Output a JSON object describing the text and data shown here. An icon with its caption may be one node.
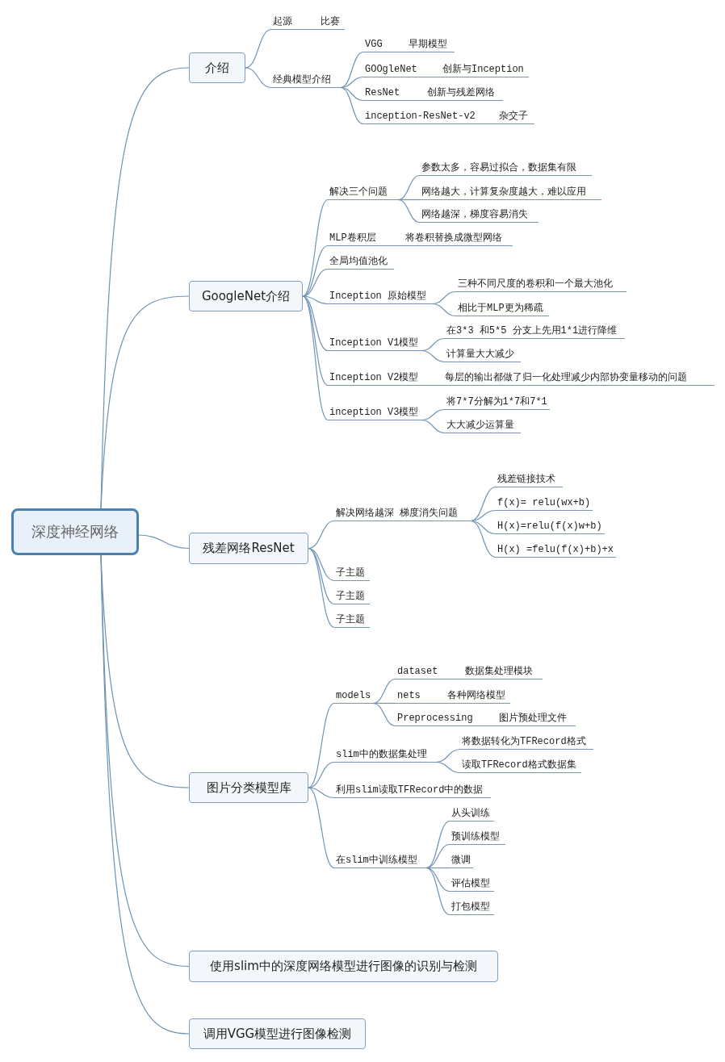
{
  "diagram": {
    "nodes": [
      {
        "text": [
          "深度神经网络"
        ]
      },
      {
        "text": [
          "介绍"
        ]
      },
      {
        "text": [
          "起源",
          "比赛"
        ]
      },
      {
        "text": [
          "经典模型介绍"
        ]
      },
      {
        "text": [
          "VGG",
          "早期模型"
        ]
      },
      {
        "text": [
          "GOOgleNet",
          "创新与Inception"
        ]
      },
      {
        "text": [
          "ResNet",
          "创新与残差网络"
        ]
      },
      {
        "text": [
          "inception-ResNet-v2",
          "杂交子"
        ]
      },
      {
        "text": [
          "GoogleNet介绍"
        ]
      },
      {
        "text": [
          "解决三个问题"
        ]
      },
      {
        "text": [
          "参数太多，容易过拟合，数据集有限"
        ]
      },
      {
        "text": [
          "网络越大，计算复杂度越大，难以应用"
        ]
      },
      {
        "text": [
          "网络越深，梯度容易消失"
        ]
      },
      {
        "text": [
          "MLP卷积层",
          "将卷积替换成微型网络"
        ]
      },
      {
        "text": [
          "全局均值池化"
        ]
      },
      {
        "text": [
          "Inception 原始模型"
        ]
      },
      {
        "text": [
          "三种不同尺度的卷积和一个最大池化"
        ]
      },
      {
        "text": [
          "相比于MLP更为稀疏"
        ]
      },
      {
        "text": [
          "Inception V1模型"
        ]
      },
      {
        "text": [
          "在3*3 和5*5 分支上先用1*1进行降维"
        ]
      },
      {
        "text": [
          "计算量大大减少"
        ]
      },
      {
        "text": [
          "Inception V2模型",
          "每层的输出都做了归一化处理减少内部协变量移动的问题"
        ]
      },
      {
        "text": [
          "inception V3模型"
        ]
      },
      {
        "text": [
          "将7*7分解为1*7和7*1"
        ]
      },
      {
        "text": [
          "大大减少运算量"
        ]
      },
      {
        "text": [
          "残差网络ResNet"
        ]
      },
      {
        "text": [
          "解决网络越深 梯度消失问题"
        ]
      },
      {
        "text": [
          "残差链接技术"
        ]
      },
      {
        "text": [
          "f(x)= relu(wx+b)"
        ]
      },
      {
        "text": [
          "H(x)=relu(f(x)w+b)"
        ]
      },
      {
        "text": [
          "H(x) =felu(f(x)+b)+x"
        ]
      },
      {
        "text": [
          "子主题"
        ]
      },
      {
        "text": [
          "子主题"
        ]
      },
      {
        "text": [
          "子主题"
        ]
      },
      {
        "text": [
          "图片分类模型库"
        ]
      },
      {
        "text": [
          "models"
        ]
      },
      {
        "text": [
          "dataset",
          "数据集处理模块"
        ]
      },
      {
        "text": [
          "nets",
          "各种网络模型"
        ]
      },
      {
        "text": [
          "Preprocessing",
          "图片预处理文件"
        ]
      },
      {
        "text": [
          "slim中的数据集处理"
        ]
      },
      {
        "text": [
          "将数据转化为TFRecord格式"
        ]
      },
      {
        "text": [
          "读取TFRecord格式数据集"
        ]
      },
      {
        "text": [
          "利用slim读取TFRecord中的数据"
        ]
      },
      {
        "text": [
          "在slim中训练模型"
        ]
      },
      {
        "text": [
          "从头训练"
        ]
      },
      {
        "text": [
          "预训练模型"
        ]
      },
      {
        "text": [
          "微调"
        ]
      },
      {
        "text": [
          "评估模型"
        ]
      },
      {
        "text": [
          "打包模型"
        ]
      },
      {
        "text": [
          "使用slim中的深度网络模型进行图像的识别与检测"
        ]
      },
      {
        "text": [
          "调用VGG模型进行图像检测"
        ]
      }
    ],
    "edges": [
      {
        "from": 0,
        "to": 1,
        "arrow": "none"
      },
      {
        "from": 1,
        "to": 2,
        "arrow": "none"
      },
      {
        "from": 1,
        "to": 3,
        "arrow": "none"
      },
      {
        "from": 3,
        "to": 4,
        "arrow": "none"
      },
      {
        "from": 3,
        "to": 5,
        "arrow": "none"
      },
      {
        "from": 3,
        "to": 6,
        "arrow": "none"
      },
      {
        "from": 3,
        "to": 7,
        "arrow": "none"
      },
      {
        "from": 0,
        "to": 8,
        "arrow": "none"
      },
      {
        "from": 8,
        "to": 9,
        "arrow": "none"
      },
      {
        "from": 9,
        "to": 10,
        "arrow": "none"
      },
      {
        "from": 9,
        "to": 11,
        "arrow": "none"
      },
      {
        "from": 9,
        "to": 12,
        "arrow": "none"
      },
      {
        "from": 8,
        "to": 13,
        "arrow": "none"
      },
      {
        "from": 8,
        "to": 14,
        "arrow": "none"
      },
      {
        "from": 8,
        "to": 15,
        "arrow": "none"
      },
      {
        "from": 15,
        "to": 16,
        "arrow": "none"
      },
      {
        "from": 15,
        "to": 17,
        "arrow": "none"
      },
      {
        "from": 8,
        "to": 18,
        "arrow": "none"
      },
      {
        "from": 18,
        "to": 19,
        "arrow": "none"
      },
      {
        "from": 18,
        "to": 20,
        "arrow": "none"
      },
      {
        "from": 8,
        "to": 21,
        "arrow": "none"
      },
      {
        "from": 8,
        "to": 22,
        "arrow": "none"
      },
      {
        "from": 22,
        "to": 23,
        "arrow": "none"
      },
      {
        "from": 22,
        "to": 24,
        "arrow": "none"
      },
      {
        "from": 0,
        "to": 25,
        "arrow": "none"
      },
      {
        "from": 25,
        "to": 26,
        "arrow": "none"
      },
      {
        "from": 26,
        "to": 27,
        "arrow": "none"
      },
      {
        "from": 26,
        "to": 28,
        "arrow": "none"
      },
      {
        "from": 26,
        "to": 29,
        "arrow": "none"
      },
      {
        "from": 26,
        "to": 30,
        "arrow": "none"
      },
      {
        "from": 25,
        "to": 31,
        "arrow": "none"
      },
      {
        "from": 25,
        "to": 32,
        "arrow": "none"
      },
      {
        "from": 25,
        "to": 33,
        "arrow": "none"
      },
      {
        "from": 0,
        "to": 34,
        "arrow": "none"
      },
      {
        "from": 34,
        "to": 35,
        "arrow": "none"
      },
      {
        "from": 35,
        "to": 36,
        "arrow": "none"
      },
      {
        "from": 35,
        "to": 37,
        "arrow": "none"
      },
      {
        "from": 35,
        "to": 38,
        "arrow": "none"
      },
      {
        "from": 34,
        "to": 39,
        "arrow": "none"
      },
      {
        "from": 39,
        "to": 40,
        "arrow": "none"
      },
      {
        "from": 39,
        "to": 41,
        "arrow": "none"
      },
      {
        "from": 34,
        "to": 42,
        "arrow": "none"
      },
      {
        "from": 34,
        "to": 43,
        "arrow": "none"
      },
      {
        "from": 43,
        "to": 44,
        "arrow": "none"
      },
      {
        "from": 43,
        "to": 45,
        "arrow": "none"
      },
      {
        "from": 43,
        "to": 46,
        "arrow": "none"
      },
      {
        "from": 43,
        "to": 47,
        "arrow": "none"
      },
      {
        "from": 43,
        "to": 48,
        "arrow": "none"
      },
      {
        "from": 0,
        "to": 49,
        "arrow": "none"
      },
      {
        "from": 0,
        "to": 50,
        "arrow": "none"
      }
    ]
  }
}
